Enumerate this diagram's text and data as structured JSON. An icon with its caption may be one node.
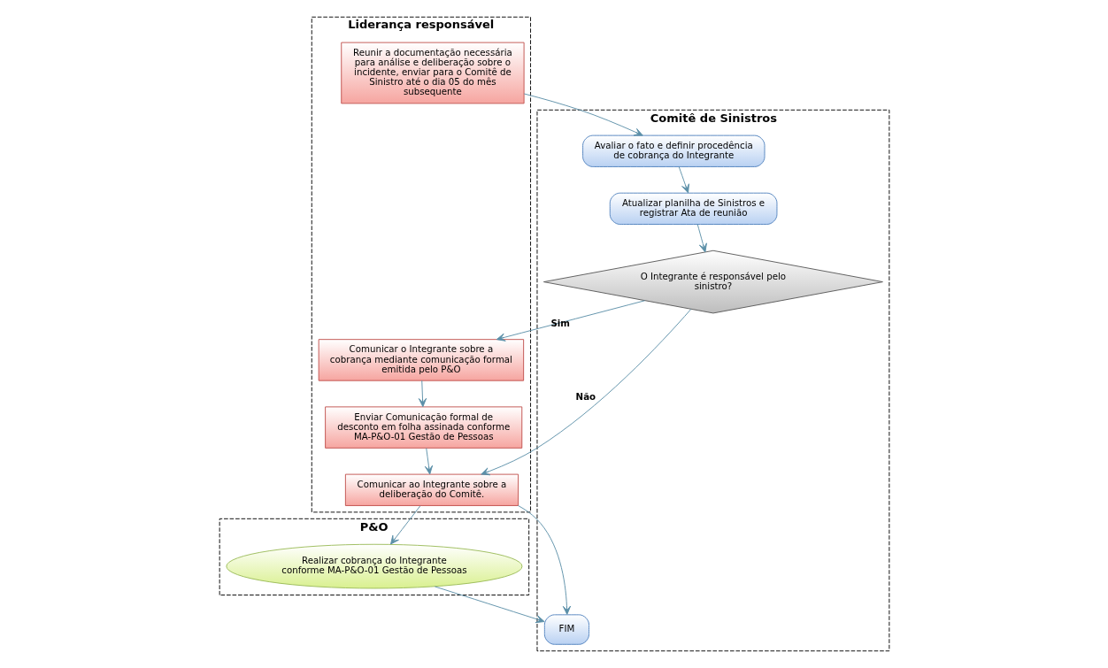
{
  "diagram": {
    "nodes": [
      {
        "text": [
          "Liderança responsável"
        ]
      },
      {
        "text": [
          "Comitê de Sinistros"
        ]
      },
      {
        "text": [
          "P&O"
        ]
      },
      {
        "text": [
          "Reunir a documentação necessária para análise e deliberação sobre o incidente, enviar para o Comitê de Sinistro até o dia 05 do mês subsequente"
        ],
        "in": 0
      },
      {
        "text": [
          "Comunicar o Integrante sobre a cobrança mediante comunicação formal emitida pelo P&O"
        ],
        "in": 0
      },
      {
        "text": [
          "Enviar Comunicação formal de desconto em folha assinada conforme MA-P&O-01 Gestão de Pessoas"
        ],
        "in": 0
      },
      {
        "text": [
          "Comunicar ao Integrante sobre a deliberação do Comitê."
        ],
        "in": 0
      },
      {
        "text": [
          "Avaliar o fato e definir procedência de cobrança do Integrante"
        ],
        "in": 1
      },
      {
        "text": [
          "Atualizar planilha de Sinistros e registrar Ata de reunião"
        ],
        "in": 1
      },
      {
        "text": [
          "O Integrante é responsável pelo sinistro?"
        ],
        "in": 1
      },
      {
        "text": [
          "FIM"
        ],
        "in": 1
      },
      {
        "text": [
          "Realizar cobrança do Integrante conforme MA-P&O-01 Gestão de Pessoas"
        ],
        "in": 2
      }
    ],
    "edges": [
      {
        "from": 3,
        "to": 7,
        "arrow": "to"
      },
      {
        "from": 7,
        "to": 8,
        "arrow": "to"
      },
      {
        "from": 8,
        "to": 9,
        "arrow": "to"
      },
      {
        "from": 9,
        "to": 4,
        "arrow": "to",
        "label": "Sim"
      },
      {
        "from": 9,
        "to": 6,
        "arrow": "to",
        "label": "Não"
      },
      {
        "from": 4,
        "to": 5,
        "arrow": "to"
      },
      {
        "from": 5,
        "to": 6,
        "arrow": "to"
      },
      {
        "from": 6,
        "to": 11,
        "arrow": "to"
      },
      {
        "from": 6,
        "to": 10,
        "arrow": "to"
      },
      {
        "from": 11,
        "to": 10,
        "arrow": "to"
      }
    ]
  }
}
